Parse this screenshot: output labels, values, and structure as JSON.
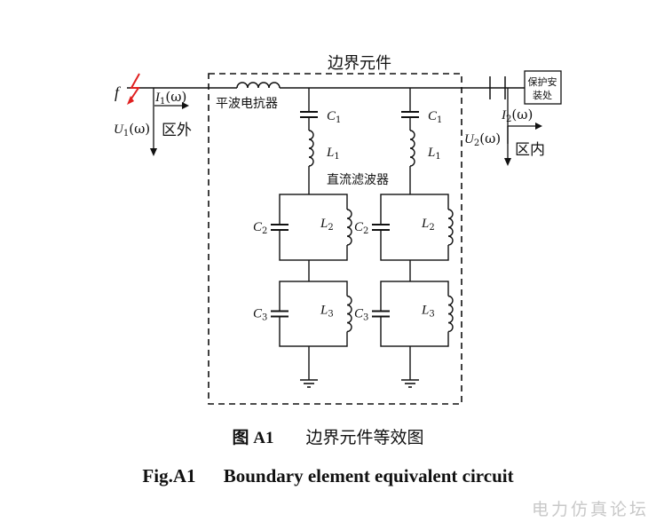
{
  "diagram": {
    "box_title": "边界元件",
    "fault_label": "f",
    "i1_label": "I",
    "i1_sub": "1",
    "i1_omega": "(ω)",
    "u1_label": "U",
    "u1_sub": "1",
    "u1_omega": "(ω)",
    "outside_label": "区外",
    "smoothing_reactor": "平波电抗器",
    "dc_filter": "直流滤波器",
    "protection_device": "保护安装处",
    "protection_line1": "保护安",
    "protection_line2": "装处",
    "i2_label": "I",
    "i2_sub": "2",
    "i2_omega": "(ω)",
    "u2_label": "U",
    "u2_sub": "2",
    "u2_omega": "(ω)",
    "inside_label": "区内",
    "c1": "C",
    "c1_sub": "1",
    "l1": "L",
    "l1_sub": "1",
    "c2": "C",
    "c2_sub": "2",
    "l2": "L",
    "l2_sub": "2",
    "c3": "C",
    "c3_sub": "3",
    "l3": "L",
    "l3_sub": "3"
  },
  "caption": {
    "cn_prefix": "图 A1",
    "cn_title": "边界元件等效图",
    "en_prefix": "Fig.A1",
    "en_title": "Boundary element equivalent circuit"
  },
  "watermark": "电力仿真论坛"
}
